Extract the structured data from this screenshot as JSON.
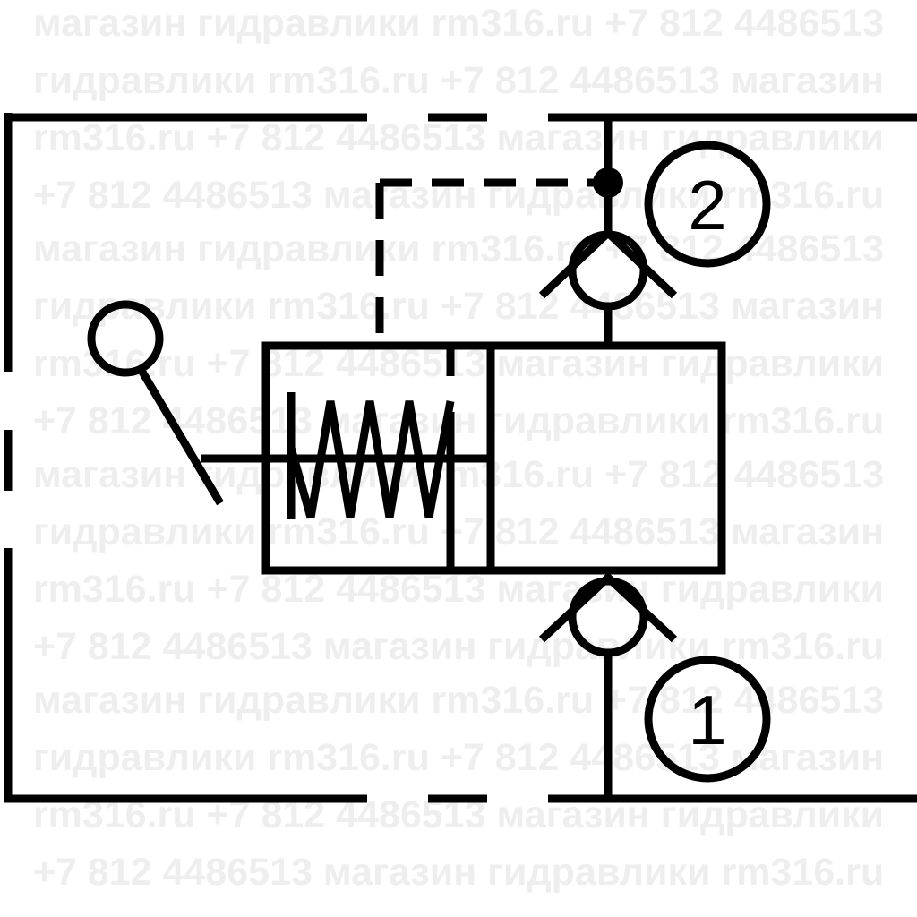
{
  "watermark": {
    "lines": [
      "магазин гидравлики rm316.ru +7 812 4486513",
      "гидравлики rm316.ru +7 812 4486513 магазин",
      "rm316.ru +7 812 4486513 магазин гидравлики",
      "+7 812 4486513 магазин гидравлики rm316.ru",
      "магазин гидравлики rm316.ru +7 812 4486513",
      "гидравлики rm316.ru +7 812 4486513 магазин",
      "rm316.ru +7 812 4486513 магазин гидравлики",
      "+7 812 4486513 магазин гидравлики rm316.ru",
      "магазин гидравлики rm316.ru +7 812 4486513",
      "гидравлики rm316.ru +7 812 4486513 магазин",
      "rm316.ru +7 812 4486513 магазин гидравлики",
      "+7 812 4486513 магазин гидравлики rm316.ru",
      "магазин гидравлики rm316.ru +7 812 4486513",
      "гидравлики rm316.ru +7 812 4486513 магазин",
      "rm316.ru +7 812 4486513 магазин гидравлики",
      "+7 812 4486513 магазин гидравлики rm316.ru"
    ]
  },
  "diagram": {
    "port_2_label": "2",
    "port_1_label": "1"
  },
  "colors": {
    "line": "#000000",
    "watermark": "#eeeeee",
    "background": "#ffffff"
  }
}
